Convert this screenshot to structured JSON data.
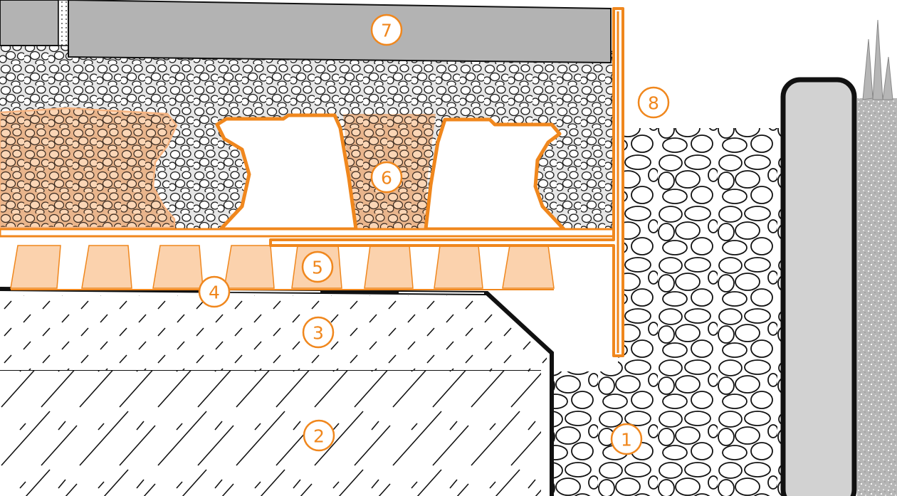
{
  "diagram": {
    "colors": {
      "accent": "#f0871d",
      "accent_light": "#fbd2ad",
      "slab_gray": "#b3b3b3",
      "stone_bg": "#e6e6e6",
      "outline": "#111111"
    },
    "callouts": [
      {
        "id": "1",
        "text": "1"
      },
      {
        "id": "2",
        "text": "2"
      },
      {
        "id": "3",
        "text": "3"
      },
      {
        "id": "4",
        "text": "4"
      },
      {
        "id": "5",
        "text": "5"
      },
      {
        "id": "6",
        "text": "6"
      },
      {
        "id": "7",
        "text": "7"
      },
      {
        "id": "8",
        "text": "8"
      }
    ]
  }
}
